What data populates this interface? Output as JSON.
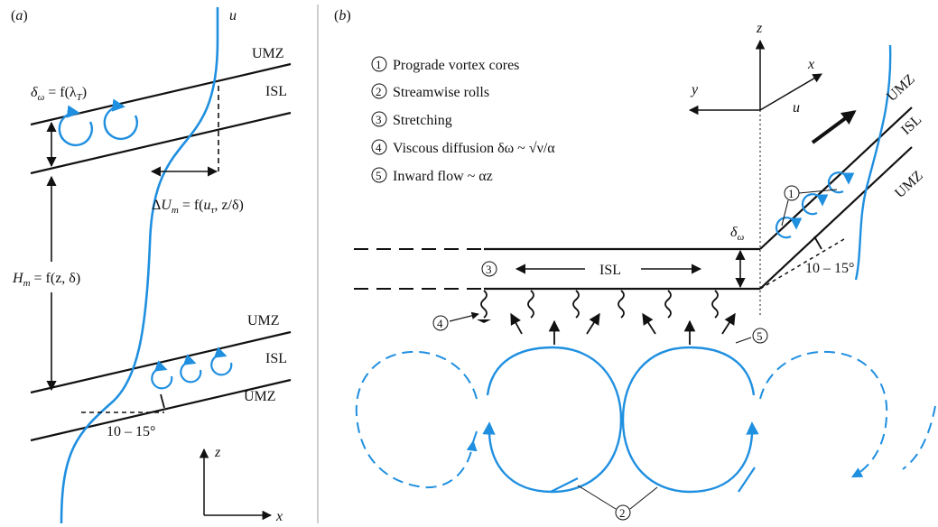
{
  "panel_a": {
    "label": "(a)",
    "u_label": "u",
    "umz_top": "UMZ",
    "isl_top": "ISL",
    "umz_mid": "UMZ",
    "isl_bottom": "ISL",
    "umz_bottom": "UMZ",
    "delta_omega": "δω = f(λT)",
    "delta_u": "ΔUm = f(uτ, z/δ)",
    "h_m": "Hm = f(z, δ)",
    "angle": "10 – 15°",
    "axis_z": "z",
    "axis_x": "x"
  },
  "panel_b": {
    "label": "(b)",
    "legend": [
      {
        "num": "1",
        "text": "Prograde vortex cores"
      },
      {
        "num": "2",
        "text": "Streamwise rolls"
      },
      {
        "num": "3",
        "text": "Stretching"
      },
      {
        "num": "4",
        "text": "Viscous diffusion δω ~ √ν/α"
      },
      {
        "num": "5",
        "text": "Inward flow ~ αz"
      }
    ],
    "axis_z": "z",
    "axis_x": "x",
    "axis_y": "y",
    "u_label": "u",
    "umz_upper": "UMZ",
    "isl": "ISL",
    "umz_lower": "UMZ",
    "delta_omega": "δω",
    "isl_center": "ISL",
    "angle": "10 – 15°",
    "marker_1": "1",
    "marker_2": "2",
    "marker_3": "3",
    "marker_4": "4",
    "marker_5": "5"
  },
  "colors": {
    "blue": "#1f8fe0",
    "black": "#111111",
    "divider": "#bdbdbd"
  }
}
